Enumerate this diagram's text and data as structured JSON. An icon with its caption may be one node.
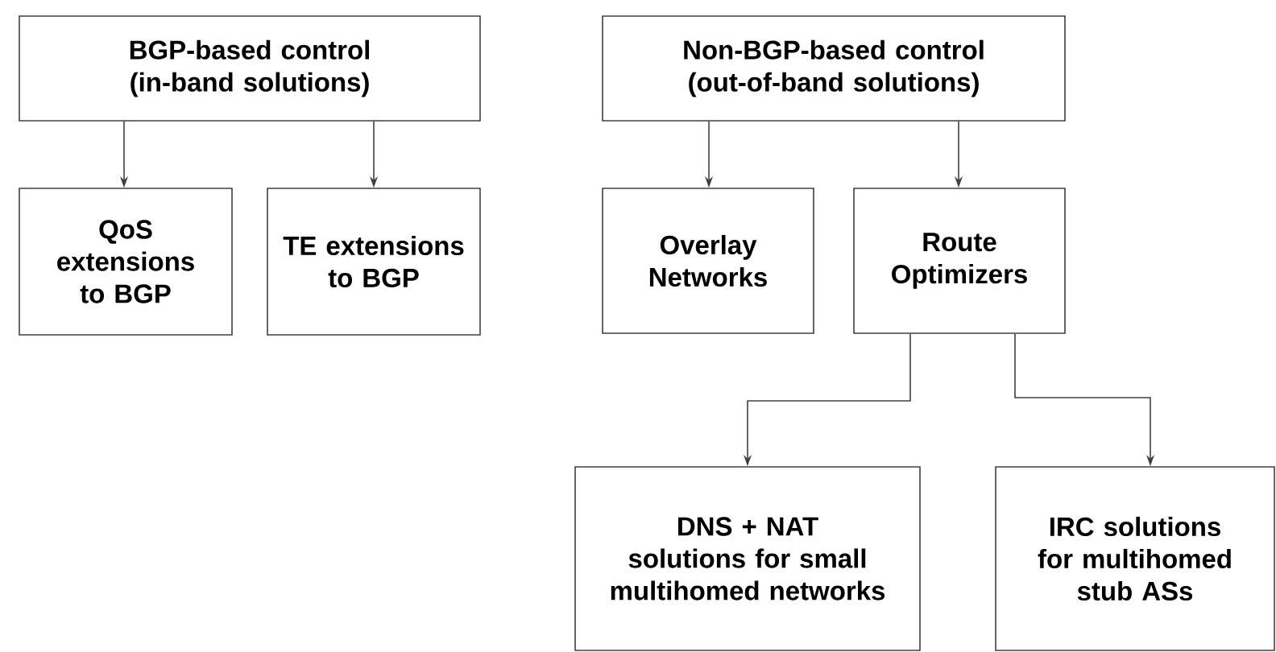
{
  "diagram": {
    "nodes": [
      {
        "text": [
          "BGP-based control (in-band solutions)"
        ]
      },
      {
        "text": [
          "QoS extensions to BGP"
        ]
      },
      {
        "text": [
          "TE extensions to BGP"
        ]
      },
      {
        "text": [
          "Non-BGP-based control (out-of-band solutions)"
        ]
      },
      {
        "text": [
          "Overlay Networks"
        ]
      },
      {
        "text": [
          "Route Optimizers"
        ]
      },
      {
        "text": [
          "DNS + NAT solutions for small multihomed networks"
        ]
      },
      {
        "text": [
          "IRC solutions for multihomed stub ASs"
        ]
      }
    ],
    "edges": [
      {
        "from": 0,
        "to": 1,
        "arrow": "to"
      },
      {
        "from": 0,
        "to": 2,
        "arrow": "to"
      },
      {
        "from": 3,
        "to": 4,
        "arrow": "to"
      },
      {
        "from": 3,
        "to": 5,
        "arrow": "to"
      },
      {
        "from": 5,
        "to": 6,
        "arrow": "to"
      },
      {
        "from": 5,
        "to": 7,
        "arrow": "to"
      }
    ]
  }
}
